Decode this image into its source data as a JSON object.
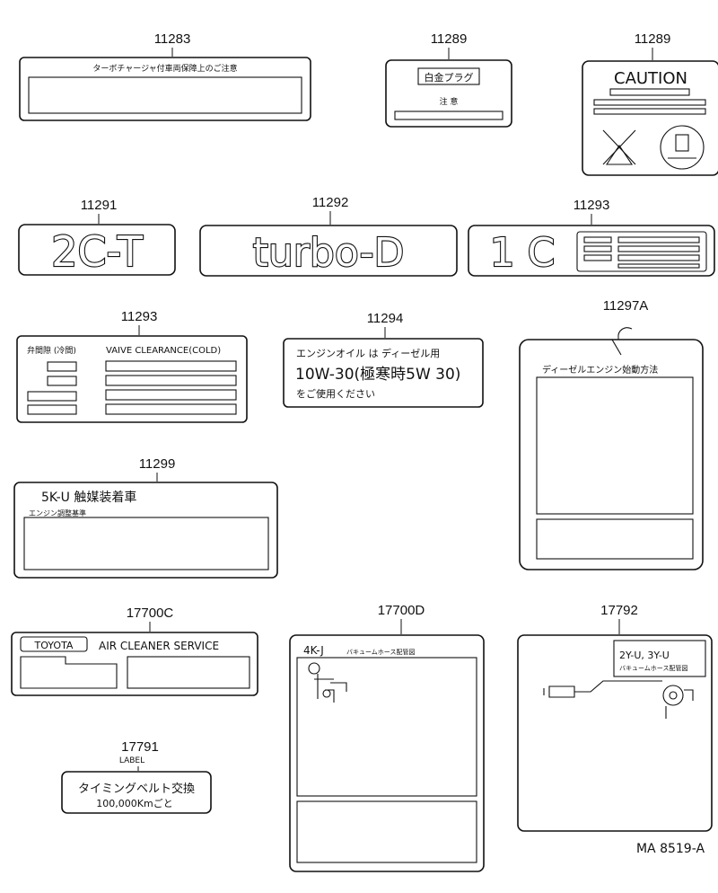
{
  "diagram_code": "MA 8519-A",
  "labels": {
    "l11283": {
      "part_no": "11283",
      "text": "ターボチャージャ付車両保障上のご注意"
    },
    "l11289a": {
      "part_no": "11289",
      "title": "白金プラグ",
      "note": "注 意"
    },
    "l11289b": {
      "part_no": "11289",
      "title": "CAUTION"
    },
    "l11291": {
      "part_no": "11291",
      "text": "2C-T"
    },
    "l11292": {
      "part_no": "11292",
      "text": "turbo-D"
    },
    "l11293a": {
      "part_no": "11293",
      "text": "1 C"
    },
    "l11293b": {
      "part_no": "11293",
      "left": "弁間隙 (冷間)",
      "right": "VAIVE CLEARANCE(COLD)"
    },
    "l11294": {
      "part_no": "11294",
      "line1": "エンジンオイル は ディーゼル用",
      "line2": "10W-30(極寒時5W 30)",
      "line3": "をご使用ください"
    },
    "l11297a": {
      "part_no": "11297A",
      "title": "ディーゼルエンジン始動方法"
    },
    "l11299": {
      "part_no": "11299",
      "line1": "5K-U  触媒装着車",
      "line2": "エンジン調整基準"
    },
    "l17700c": {
      "part_no": "17700C",
      "brand": "TOYOTA",
      "text": "AIR CLEANER SERVICE"
    },
    "l17700d": {
      "part_no": "17700D",
      "engine": "4K-J",
      "caption": "バキュームホース配管図"
    },
    "l17791": {
      "part_no": "17791",
      "sub": "LABEL",
      "line1": "タイミングベルト交換",
      "line2": "100,000Kmごと"
    },
    "l17792": {
      "part_no": "17792",
      "engine": "2Y-U, 3Y-U",
      "caption": "バキュームホース配管図"
    }
  }
}
